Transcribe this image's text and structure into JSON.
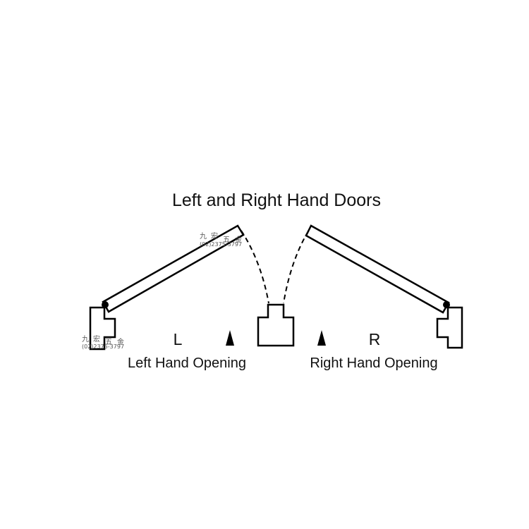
{
  "title": "Left and Right Hand Doors",
  "left": {
    "letter": "L",
    "caption": "Left Hand Opening"
  },
  "right": {
    "letter": "R",
    "caption": "Right Hand Opening"
  },
  "watermark": {
    "chars": [
      "九",
      "宏",
      "五",
      "金"
    ],
    "phone": "(02)2375-3797"
  },
  "colors": {
    "line": "#000000",
    "background": "#ffffff"
  }
}
